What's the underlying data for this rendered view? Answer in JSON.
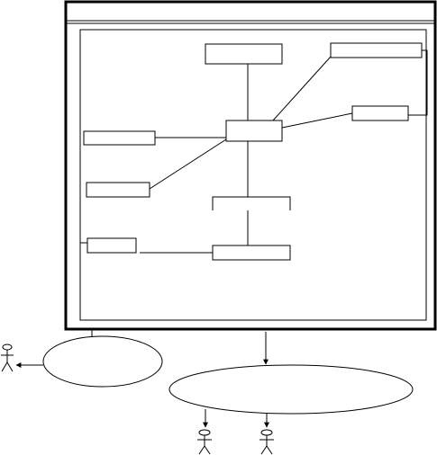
{
  "window": {
    "title": ""
  },
  "boxes": [
    {
      "id": "top",
      "label": ""
    },
    {
      "id": "top-right",
      "label": ""
    },
    {
      "id": "right",
      "label": ""
    },
    {
      "id": "center",
      "label": ""
    },
    {
      "id": "left-1",
      "label": ""
    },
    {
      "id": "left-2",
      "label": ""
    },
    {
      "id": "mid-lower",
      "label": ""
    },
    {
      "id": "left-3",
      "label": ""
    },
    {
      "id": "bottom",
      "label": ""
    }
  ],
  "ellipses": [
    {
      "id": "left-ellipse",
      "label": ""
    },
    {
      "id": "wide-ellipse",
      "label": ""
    }
  ],
  "actors": [
    {
      "id": "actor-left",
      "label": ""
    },
    {
      "id": "actor-bottom-1",
      "label": ""
    },
    {
      "id": "actor-bottom-2",
      "label": ""
    }
  ],
  "colors": {
    "stroke": "#000000",
    "background": "#ffffff"
  }
}
